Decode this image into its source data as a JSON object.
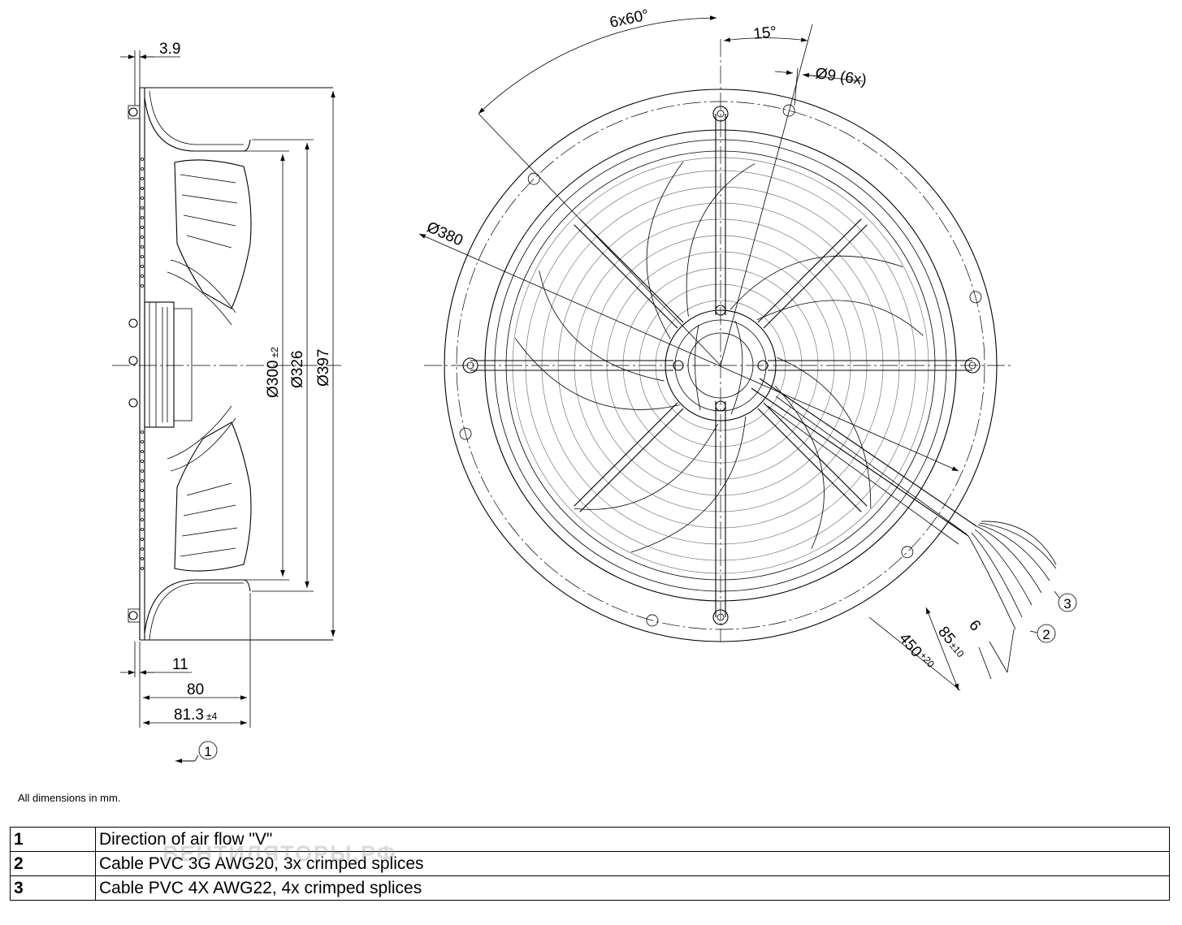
{
  "drawing": {
    "side_view": {
      "dim_flange": "3.9",
      "dim_d300": "Ø300",
      "dim_d300_tol": "±2",
      "dim_d326": "Ø326",
      "dim_d397": "Ø397",
      "dim_11": "11",
      "dim_80": "80",
      "dim_813": "81.3",
      "dim_813_tol": "±4",
      "callout_airflow": "1"
    },
    "front_view": {
      "dim_angle_pitch": "6x60°",
      "dim_angle_offset": "15°",
      "dim_holes": "Ø9 (6x)",
      "dim_d380": "Ø380",
      "dim_cable_450": "450",
      "dim_cable_450_tol": "+20",
      "dim_cable_85": "85",
      "dim_cable_85_tol": "±10",
      "dim_cable_6": "6",
      "callout_cable2": "2",
      "callout_cable3": "3"
    }
  },
  "note": "All dimensions in mm.",
  "watermark": "ВЕНТИЛЯТОРЫ.РФ",
  "legend": [
    {
      "num": "1",
      "text": "Direction of air flow \"V\""
    },
    {
      "num": "2",
      "text": "Cable PVC 3G AWG20, 3x crimped splices"
    },
    {
      "num": "3",
      "text": "Cable PVC 4X AWG22, 4x crimped splices"
    }
  ]
}
